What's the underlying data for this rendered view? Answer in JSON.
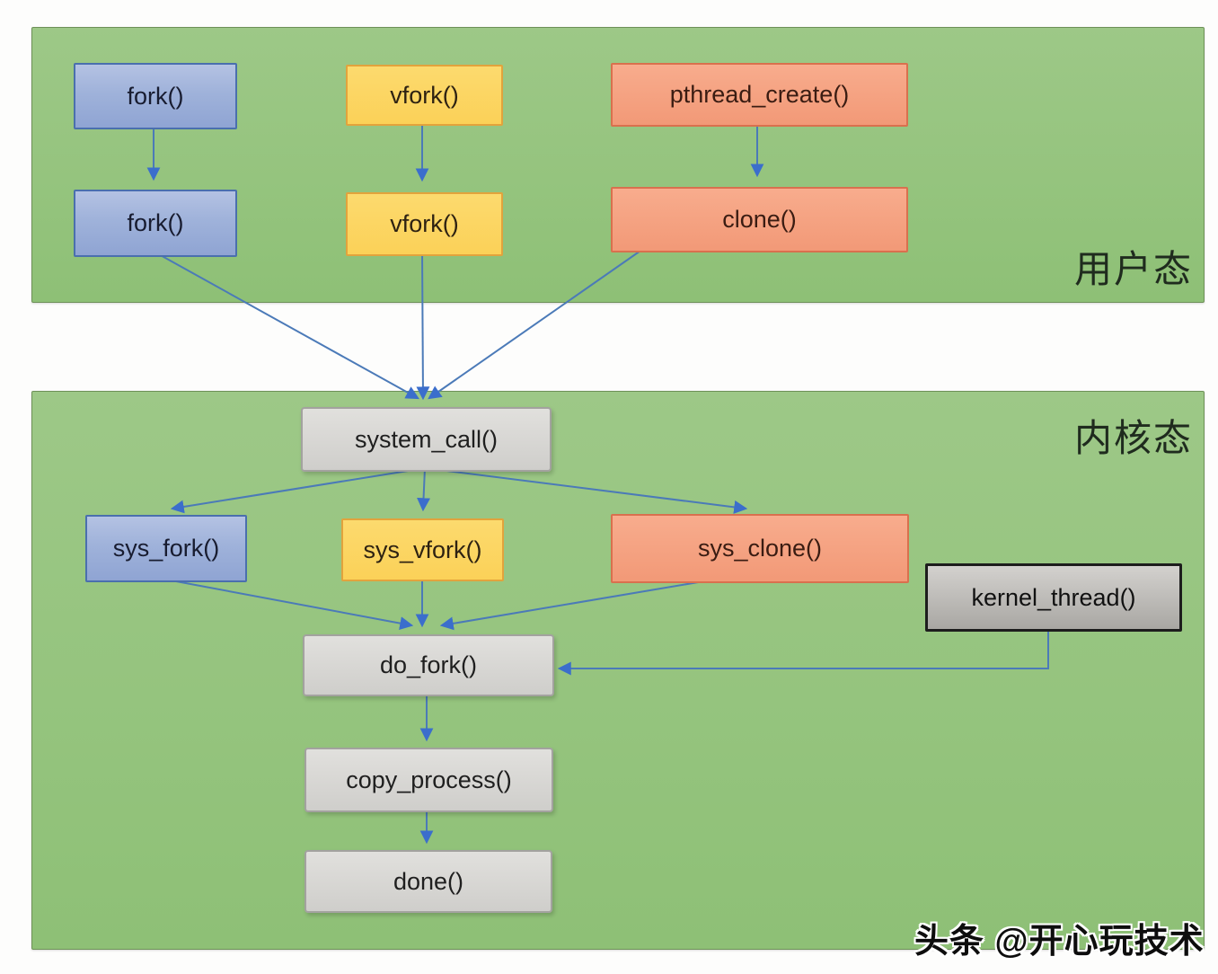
{
  "panels": {
    "user_mode_label": "用户态",
    "kernel_mode_label": "内核态"
  },
  "nodes": [
    {
      "id": "fork-lib",
      "label": "fork()",
      "color": "blue",
      "panel": "user"
    },
    {
      "id": "vfork-lib",
      "label": "vfork()",
      "color": "yellow",
      "panel": "user"
    },
    {
      "id": "pthread-create",
      "label": "pthread_create()",
      "color": "orange",
      "panel": "user"
    },
    {
      "id": "fork-wrapper",
      "label": "fork()",
      "color": "blue",
      "panel": "user"
    },
    {
      "id": "vfork-wrapper",
      "label": "vfork()",
      "color": "yellow",
      "panel": "user"
    },
    {
      "id": "clone",
      "label": "clone()",
      "color": "orange",
      "panel": "user"
    },
    {
      "id": "system-call",
      "label": "system_call()",
      "color": "gray",
      "panel": "kernel"
    },
    {
      "id": "sys-fork",
      "label": "sys_fork()",
      "color": "blue",
      "panel": "kernel"
    },
    {
      "id": "sys-vfork",
      "label": "sys_vfork()",
      "color": "yellow",
      "panel": "kernel"
    },
    {
      "id": "sys-clone",
      "label": "sys_clone()",
      "color": "orange",
      "panel": "kernel"
    },
    {
      "id": "kernel-thread",
      "label": "kernel_thread()",
      "color": "darkgray",
      "panel": "kernel"
    },
    {
      "id": "do-fork",
      "label": "do_fork()",
      "color": "gray",
      "panel": "kernel"
    },
    {
      "id": "copy-process",
      "label": "copy_process()",
      "color": "gray",
      "panel": "kernel"
    },
    {
      "id": "done",
      "label": "done()",
      "color": "gray",
      "panel": "kernel"
    }
  ],
  "edges": [
    {
      "from": "fork-lib",
      "to": "fork-wrapper"
    },
    {
      "from": "vfork-lib",
      "to": "vfork-wrapper"
    },
    {
      "from": "pthread-create",
      "to": "clone"
    },
    {
      "from": "fork-wrapper",
      "to": "system-call"
    },
    {
      "from": "vfork-wrapper",
      "to": "system-call"
    },
    {
      "from": "clone",
      "to": "system-call"
    },
    {
      "from": "system-call",
      "to": "sys-fork"
    },
    {
      "from": "system-call",
      "to": "sys-vfork"
    },
    {
      "from": "system-call",
      "to": "sys-clone"
    },
    {
      "from": "sys-fork",
      "to": "do-fork"
    },
    {
      "from": "sys-vfork",
      "to": "do-fork"
    },
    {
      "from": "sys-clone",
      "to": "do-fork"
    },
    {
      "from": "kernel-thread",
      "to": "do-fork"
    },
    {
      "from": "do-fork",
      "to": "copy-process"
    },
    {
      "from": "copy-process",
      "to": "done"
    }
  ],
  "watermark": "头条 @开心玩技术",
  "colors": {
    "panel_green": "#95c47e",
    "node_blue": "#9fb2da",
    "node_yellow": "#fbd562",
    "node_orange": "#f5a283",
    "node_gray": "#d7d6d3",
    "node_darkgray": "#b4b2ae",
    "arrow_blue": "#4478bd"
  }
}
